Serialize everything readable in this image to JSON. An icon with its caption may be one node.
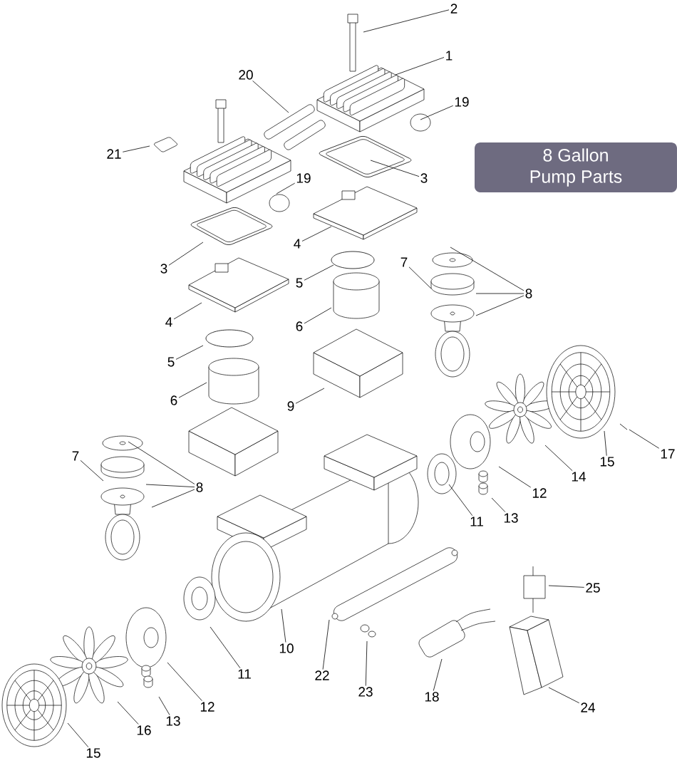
{
  "diagram": {
    "nodes": [
      {
        "text": [
          "2"
        ]
      },
      {
        "text": [
          "1"
        ]
      },
      {
        "text": [
          "20"
        ]
      },
      {
        "text": [
          "19"
        ]
      },
      {
        "text": [
          "21"
        ]
      },
      {
        "text": [
          "8 Gallon",
          "Pump Parts"
        ]
      },
      {
        "text": [
          "3"
        ]
      },
      {
        "text": [
          "19"
        ]
      },
      {
        "text": [
          "4"
        ]
      },
      {
        "text": [
          "7"
        ]
      },
      {
        "text": [
          "3"
        ]
      },
      {
        "text": [
          "5"
        ]
      },
      {
        "text": [
          "8"
        ]
      },
      {
        "text": [
          "4"
        ]
      },
      {
        "text": [
          "6"
        ]
      },
      {
        "text": [
          "5"
        ]
      },
      {
        "text": [
          "6"
        ]
      },
      {
        "text": [
          "9"
        ]
      },
      {
        "text": [
          "17"
        ]
      },
      {
        "text": [
          "7"
        ]
      },
      {
        "text": [
          "15"
        ]
      },
      {
        "text": [
          "14"
        ]
      },
      {
        "text": [
          "8"
        ]
      },
      {
        "text": [
          "12"
        ]
      },
      {
        "text": [
          "13"
        ]
      },
      {
        "text": [
          "11"
        ]
      },
      {
        "text": [
          "25"
        ]
      },
      {
        "text": [
          "10"
        ]
      },
      {
        "text": [
          "11"
        ]
      },
      {
        "text": [
          "22"
        ]
      },
      {
        "text": [
          "23"
        ]
      },
      {
        "text": [
          "18"
        ]
      },
      {
        "text": [
          "12"
        ]
      },
      {
        "text": [
          "24"
        ]
      },
      {
        "text": [
          "13"
        ]
      },
      {
        "text": [
          "16"
        ]
      },
      {
        "text": [
          "15"
        ]
      }
    ],
    "edges": [
      {
        "from": 0,
        "to": null,
        "arrow": "none"
      },
      {
        "from": 1,
        "to": null,
        "arrow": "none"
      },
      {
        "from": 2,
        "to": null,
        "arrow": "none"
      },
      {
        "from": 3,
        "to": null,
        "arrow": "none"
      },
      {
        "from": 4,
        "to": null,
        "arrow": "none"
      },
      {
        "from": 6,
        "to": null,
        "arrow": "none"
      },
      {
        "from": 7,
        "to": null,
        "arrow": "none"
      },
      {
        "from": 8,
        "to": null,
        "arrow": "none"
      },
      {
        "from": 9,
        "to": null,
        "arrow": "none"
      },
      {
        "from": 10,
        "to": null,
        "arrow": "none"
      },
      {
        "from": 11,
        "to": null,
        "arrow": "none"
      },
      {
        "from": 12,
        "to": null,
        "arrow": "none"
      },
      {
        "from": 12,
        "to": null,
        "arrow": "none"
      },
      {
        "from": 12,
        "to": null,
        "arrow": "none"
      },
      {
        "from": 13,
        "to": null,
        "arrow": "none"
      },
      {
        "from": 14,
        "to": null,
        "arrow": "none"
      },
      {
        "from": 15,
        "to": null,
        "arrow": "none"
      },
      {
        "from": 16,
        "to": null,
        "arrow": "none"
      },
      {
        "from": 17,
        "to": null,
        "arrow": "none"
      },
      {
        "from": 18,
        "to": null,
        "arrow": "none"
      },
      {
        "from": 19,
        "to": null,
        "arrow": "none"
      },
      {
        "from": 20,
        "to": null,
        "arrow": "none"
      },
      {
        "from": 21,
        "to": null,
        "arrow": "none"
      },
      {
        "from": 22,
        "to": null,
        "arrow": "none"
      },
      {
        "from": 22,
        "to": null,
        "arrow": "none"
      },
      {
        "from": 22,
        "to": null,
        "arrow": "none"
      },
      {
        "from": 23,
        "to": null,
        "arrow": "none"
      },
      {
        "from": 24,
        "to": null,
        "arrow": "none"
      },
      {
        "from": 25,
        "to": null,
        "arrow": "none"
      },
      {
        "from": 26,
        "to": null,
        "arrow": "none"
      },
      {
        "from": 27,
        "to": null,
        "arrow": "none"
      },
      {
        "from": 28,
        "to": null,
        "arrow": "none"
      },
      {
        "from": 29,
        "to": null,
        "arrow": "none"
      },
      {
        "from": 30,
        "to": null,
        "arrow": "none"
      },
      {
        "from": 31,
        "to": null,
        "arrow": "none"
      },
      {
        "from": 32,
        "to": null,
        "arrow": "none"
      },
      {
        "from": 33,
        "to": null,
        "arrow": "none"
      },
      {
        "from": 34,
        "to": null,
        "arrow": "none"
      },
      {
        "from": 35,
        "to": null,
        "arrow": "none"
      },
      {
        "from": 36,
        "to": null,
        "arrow": "none"
      }
    ]
  }
}
